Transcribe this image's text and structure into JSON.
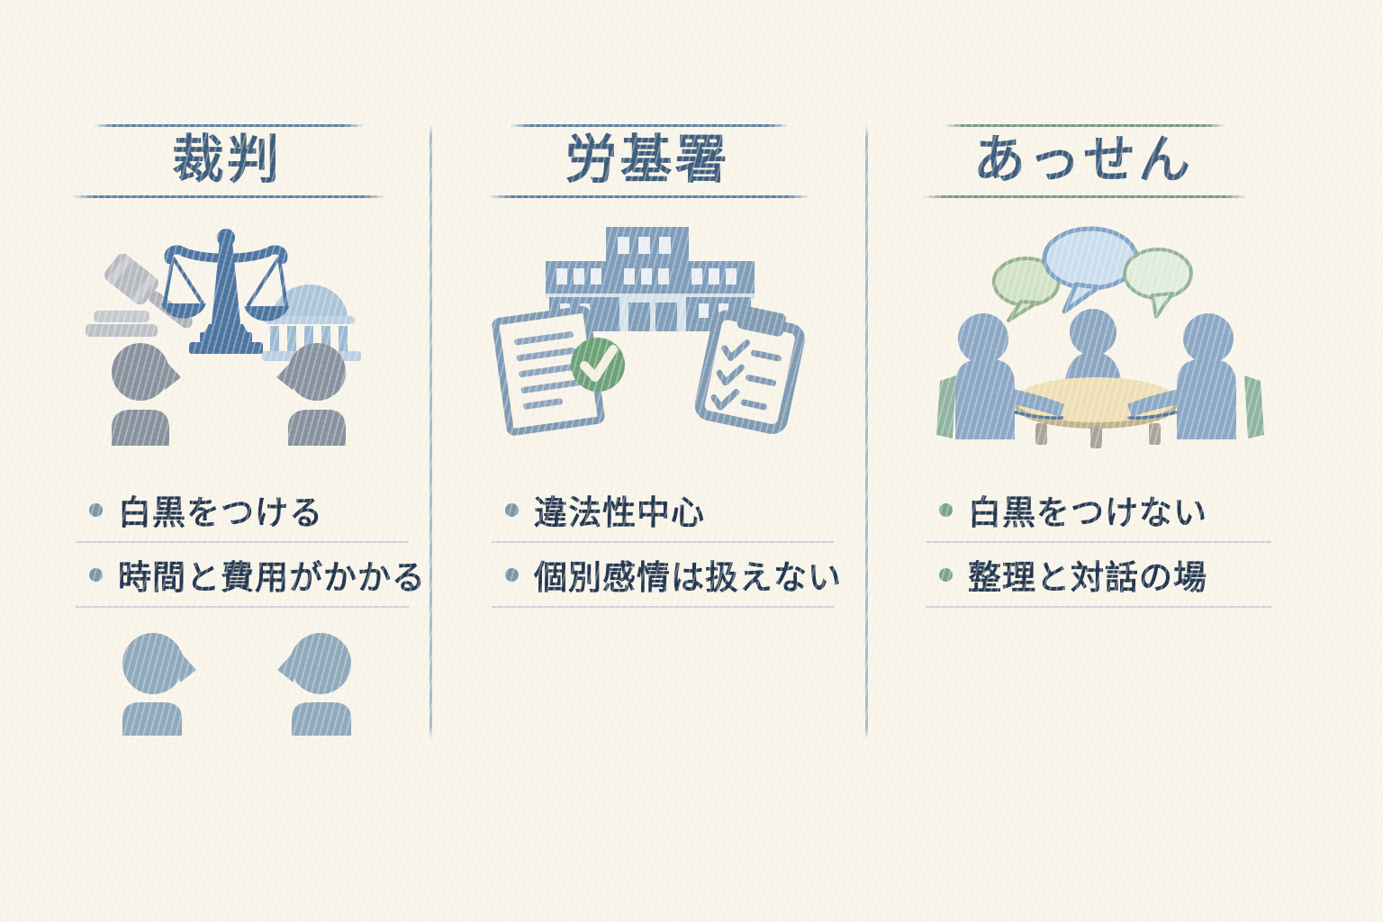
{
  "infographic": {
    "background_color": "#f8f4e9",
    "text_color": "#22364e",
    "title_color": "#3d5c7b",
    "column_divider_color": "#a9bcca",
    "row_divider_color": "#c9d1d8",
    "check_green": "#6ba077",
    "columns": [
      {
        "id": "saiban",
        "title": "裁判",
        "rule_color": "#5f82a0",
        "dot_color": "#7b94ab",
        "icon": "justice-scene-icon",
        "icon_parts": [
          "gavel-icon",
          "scales-of-justice-icon",
          "courthouse-icon",
          "two-facing-profiles-icon"
        ],
        "bullets": [
          "白黒をつける",
          "時間と費用がかかる"
        ],
        "footer_icon": "two-facing-profiles-icon"
      },
      {
        "id": "roukisho",
        "title": "労基署",
        "rule_color": "#5f82a0",
        "dot_color": "#7b94ab",
        "icon": "labor-office-scene-icon",
        "icon_parts": [
          "government-building-icon",
          "document-icon",
          "check-circle-icon",
          "clipboard-checklist-icon"
        ],
        "bullets": [
          "違法性中心",
          "個別感情は扱えない"
        ]
      },
      {
        "id": "assen",
        "title": "あっせん",
        "rule_color": "#75997f",
        "dot_color": "#7aa388",
        "icon": "mediation-scene-icon",
        "icon_parts": [
          "speech-bubbles-icon",
          "three-people-round-table-icon"
        ],
        "bullets": [
          "白黒をつけない",
          "整理と対話の場"
        ]
      }
    ]
  }
}
